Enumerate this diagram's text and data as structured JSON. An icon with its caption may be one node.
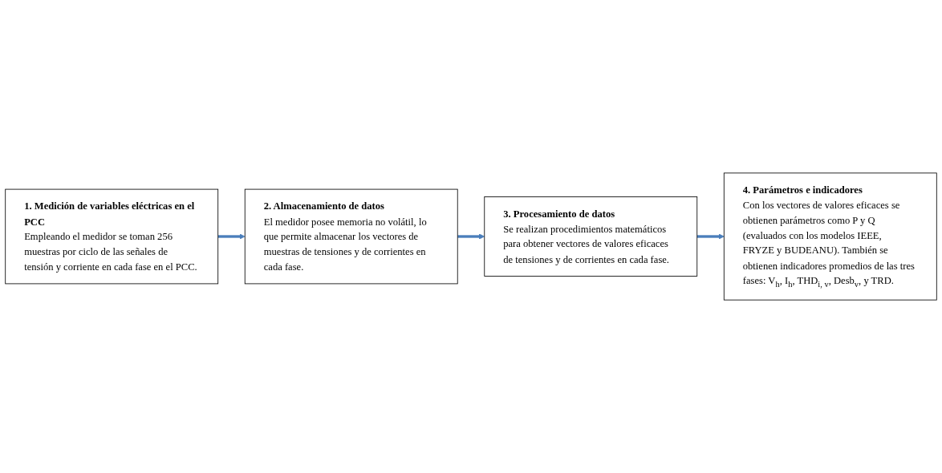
{
  "diagram": {
    "nodes": [
      {
        "text": [
          "1. Medición de variables eléctricas en el PCC",
          "Empleando el medidor se toman 256 muestras por ciclo de las señales de tensión y corriente en cada fase en el PCC."
        ]
      },
      {
        "text": [
          "2. Almacenamiento de datos",
          "El medidor posee memoria no volátil, lo que permite almacenar los vectores de muestras de tensiones y de corrientes en cada fase."
        ]
      },
      {
        "text": [
          "3. Procesamiento de datos",
          "Se realizan procedimientos matemáticos para obtener vectores de valores eficaces de tensiones y de corrientes en cada fase."
        ]
      },
      {
        "text": [
          "4. Parámetros e indicadores",
          "Con los vectores de valores eficaces se obtienen parámetros como P y Q (evaluados con los modelos IEEE, FRYZE y BUDEANU). También se obtienen indicadores promedios de las tres fases: V$_{h}$, I$_{h}$, THD$_{i, v}$, Desb$_{v}$, y TRD."
        ]
      }
    ],
    "edges": [
      {
        "from": 0,
        "to": 1,
        "arrow": "to"
      },
      {
        "from": 1,
        "to": 2,
        "arrow": "to"
      },
      {
        "from": 2,
        "to": 3,
        "arrow": "to"
      }
    ]
  }
}
